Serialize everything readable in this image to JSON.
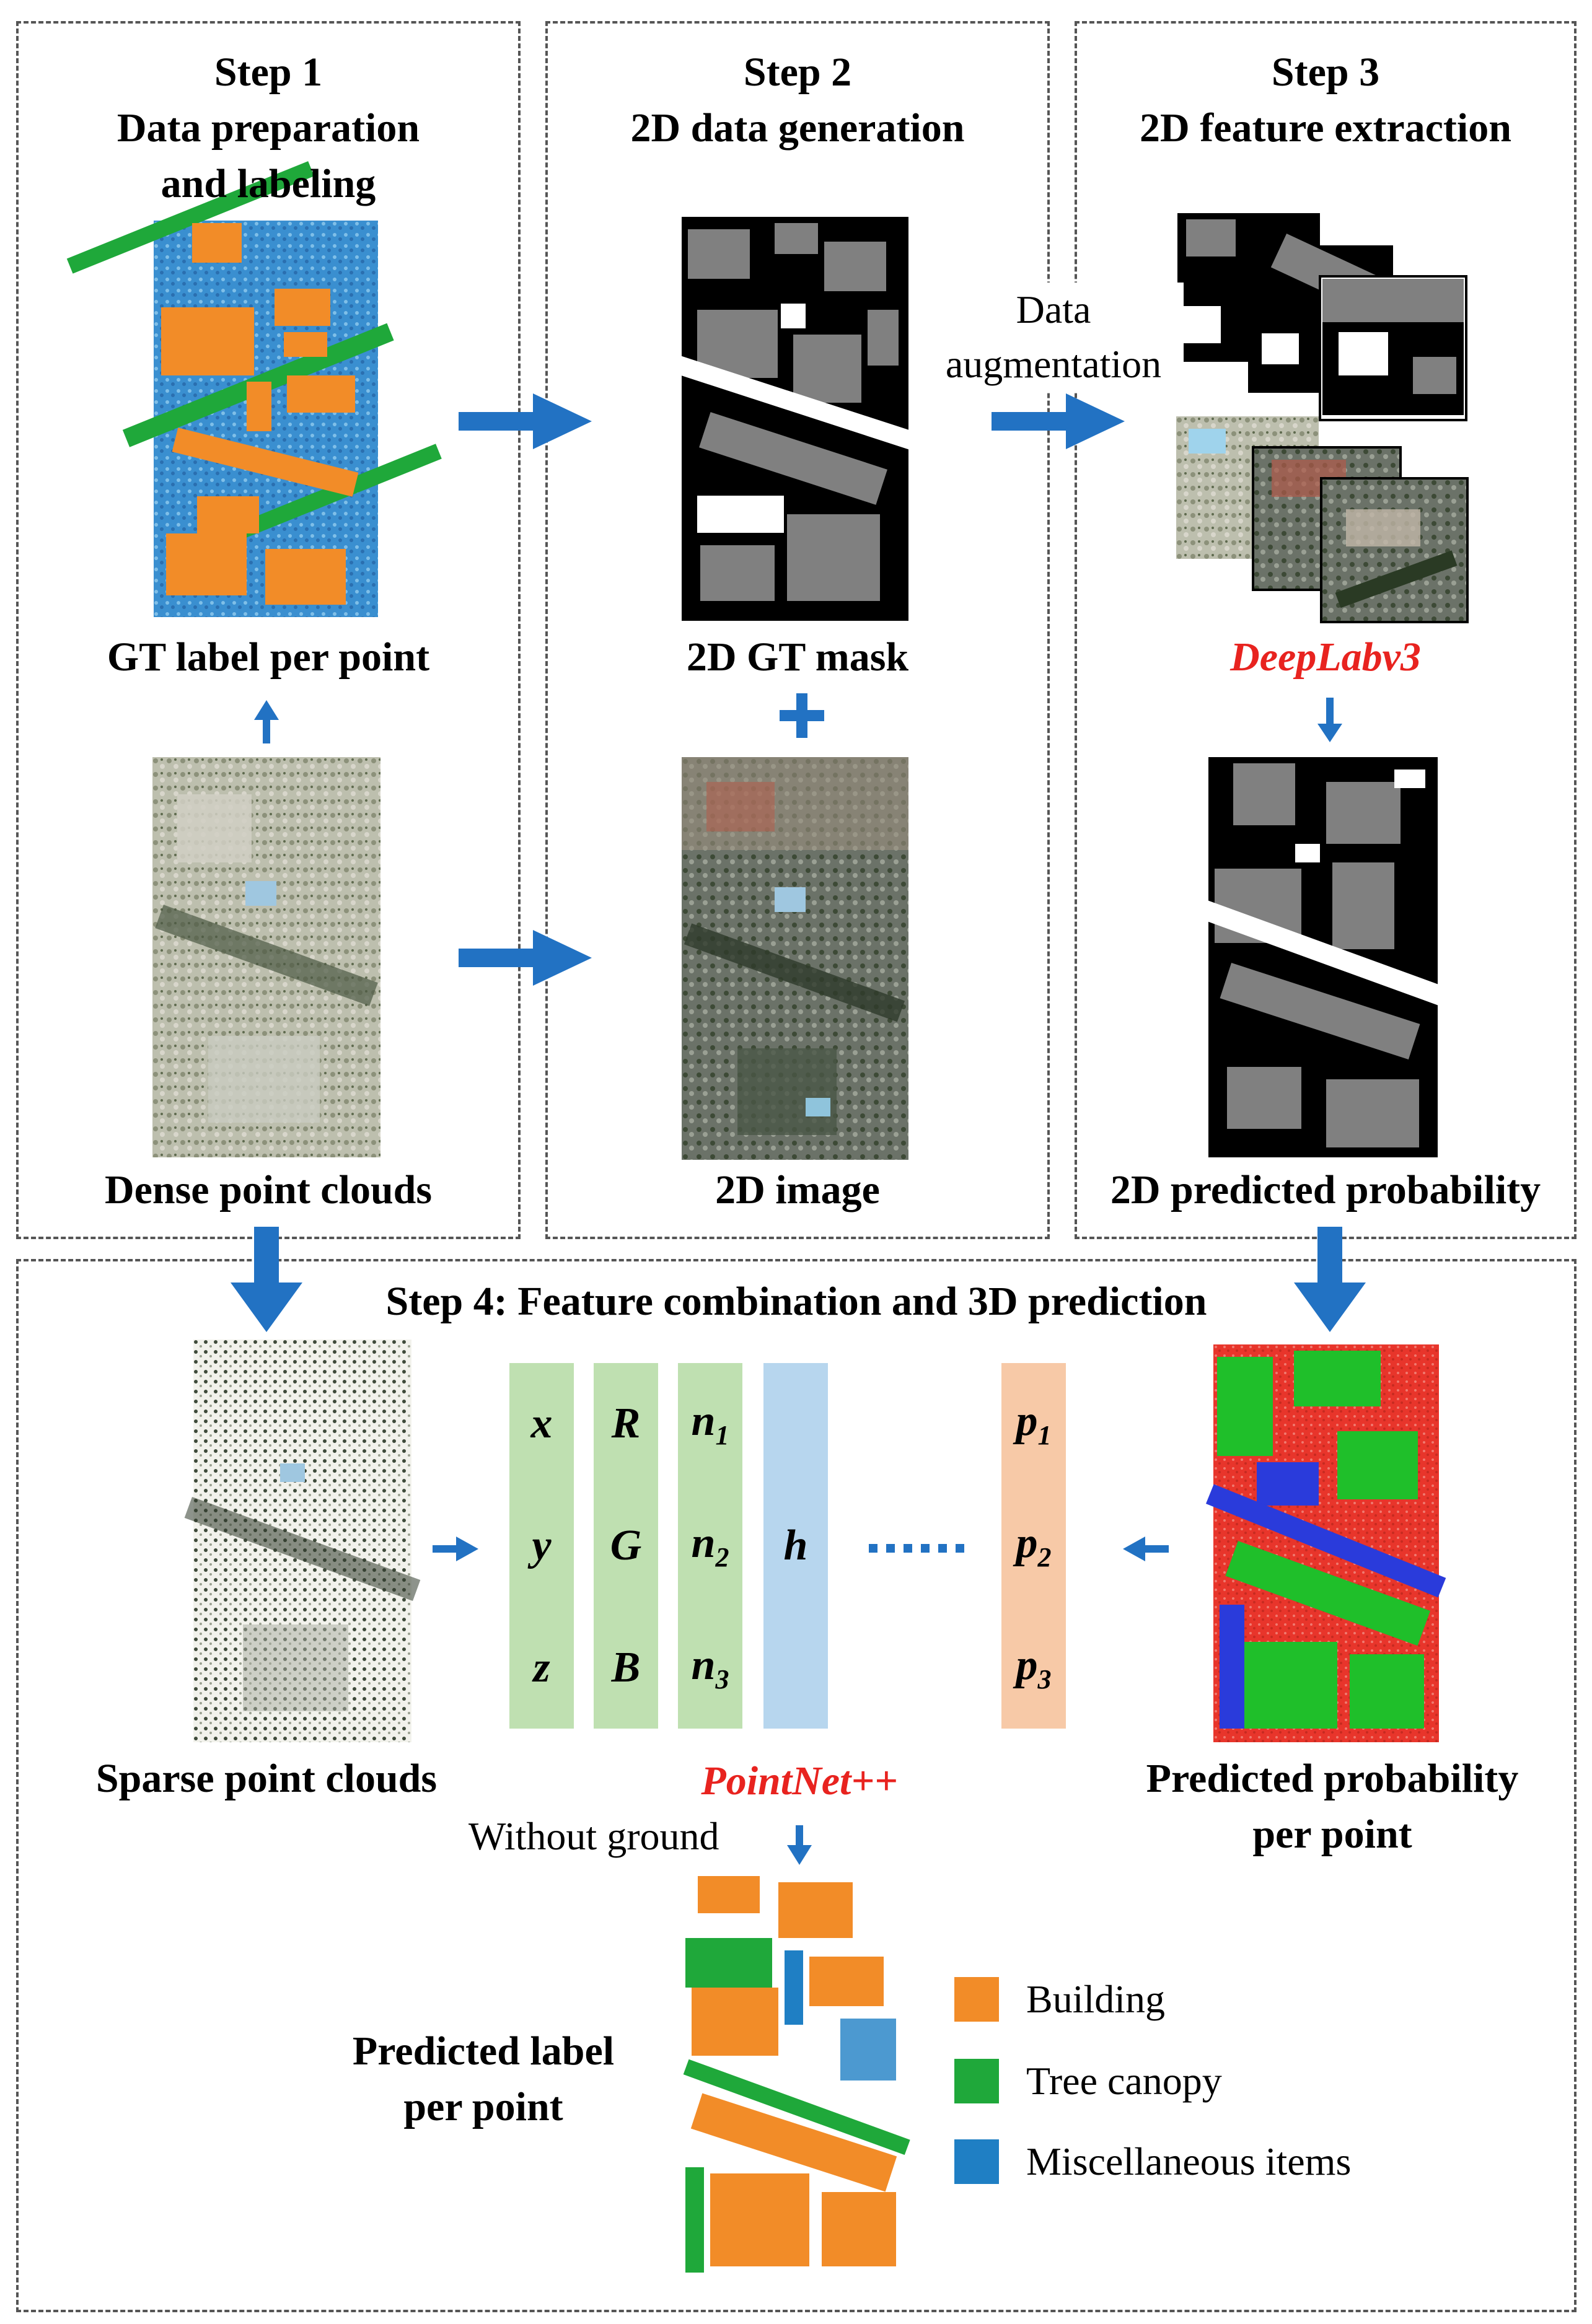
{
  "steps": {
    "step1": {
      "title_line1": "Step 1",
      "title_line2": "Data preparation",
      "title_line3": "and labeling",
      "gt_caption": "GT label per point",
      "dense_caption": "Dense point clouds"
    },
    "step2": {
      "title_line1": "Step 2",
      "title_line2": "2D data generation",
      "mask_caption": "2D GT mask",
      "image_caption": "2D image"
    },
    "step3": {
      "title_line1": "Step 3",
      "title_line2": "2D feature extraction",
      "augmentation_line1": "Data",
      "augmentation_line2": "augmentation",
      "model_name": "DeepLabv3",
      "prob_caption": "2D predicted probability"
    },
    "step4": {
      "title": "Step 4: Feature combination and 3D prediction",
      "sparse_caption": "Sparse point clouds",
      "model_name": "PointNet++",
      "without_ground": "Without ground",
      "predicted_prob_line1": "Predicted probability",
      "predicted_prob_line2": "per point",
      "predicted_label_line1": "Predicted label",
      "predicted_label_line2": "per point",
      "features": {
        "col_xyz": [
          "x",
          "y",
          "z"
        ],
        "col_rgb": [
          "R",
          "G",
          "B"
        ],
        "col_normals": [
          {
            "base": "n",
            "sub": "1"
          },
          {
            "base": "n",
            "sub": "2"
          },
          {
            "base": "n",
            "sub": "3"
          }
        ],
        "col_h": [
          "h"
        ],
        "col_prob": [
          {
            "base": "p",
            "sub": "1"
          },
          {
            "base": "p",
            "sub": "2"
          },
          {
            "base": "p",
            "sub": "3"
          }
        ]
      }
    }
  },
  "legend": [
    {
      "label": "Building",
      "color": "#f28c28"
    },
    {
      "label": "Tree canopy",
      "color": "#1fa83a"
    },
    {
      "label": "Miscellaneous items",
      "color": "#1f7fc4"
    }
  ],
  "colors": {
    "arrow": "#2272c3",
    "highlight_text": "#e8231f",
    "dashed_border": "#555555",
    "feature_green": "#bfe0b1",
    "feature_blue": "#b7d6ee",
    "feature_orange": "#f7c9a7",
    "prob_red": "#e8352b",
    "prob_green": "#1fbf2a",
    "prob_blue": "#2a3bdb"
  }
}
